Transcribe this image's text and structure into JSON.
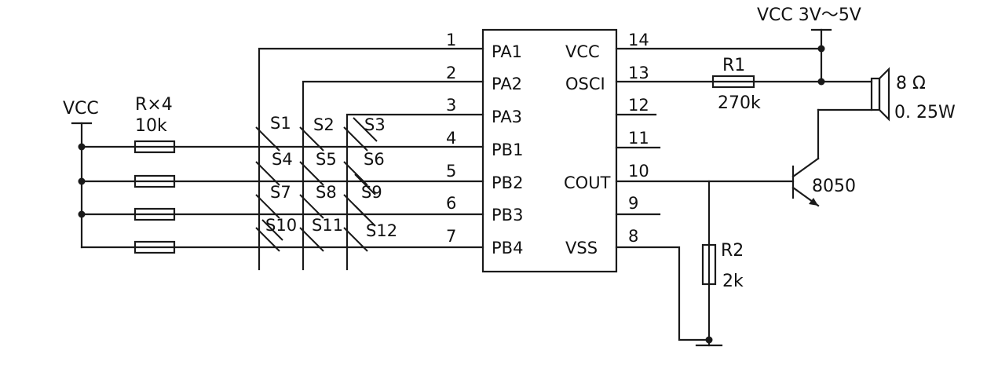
{
  "supply": {
    "top_label": "VCC 3V～5V",
    "left_label": "VCC"
  },
  "resistor_array": {
    "label": "R×4",
    "value": "10k"
  },
  "chip": {
    "left_pins": [
      {
        "num": "1",
        "name": "PA1"
      },
      {
        "num": "2",
        "name": "PA2"
      },
      {
        "num": "3",
        "name": "PA3"
      },
      {
        "num": "4",
        "name": "PB1"
      },
      {
        "num": "5",
        "name": "PB2"
      },
      {
        "num": "6",
        "name": "PB3"
      },
      {
        "num": "7",
        "name": "PB4"
      }
    ],
    "right_pins": [
      {
        "num": "14",
        "name": "VCC"
      },
      {
        "num": "13",
        "name": "OSCI"
      },
      {
        "num": "12",
        "name": ""
      },
      {
        "num": "11",
        "name": ""
      },
      {
        "num": "10",
        "name": "COUT"
      },
      {
        "num": "9",
        "name": ""
      },
      {
        "num": "8",
        "name": "VSS"
      }
    ]
  },
  "switches": [
    "S1",
    "S2",
    "S3",
    "S4",
    "S5",
    "S6",
    "S7",
    "S8",
    "S9",
    "S10",
    "S11",
    "S12"
  ],
  "r1": {
    "name": "R1",
    "value": "270k"
  },
  "r2": {
    "name": "R2",
    "value": "2k"
  },
  "transistor": {
    "label": "8050"
  },
  "speaker": {
    "impedance": "8 Ω",
    "power": "0. 25W"
  }
}
